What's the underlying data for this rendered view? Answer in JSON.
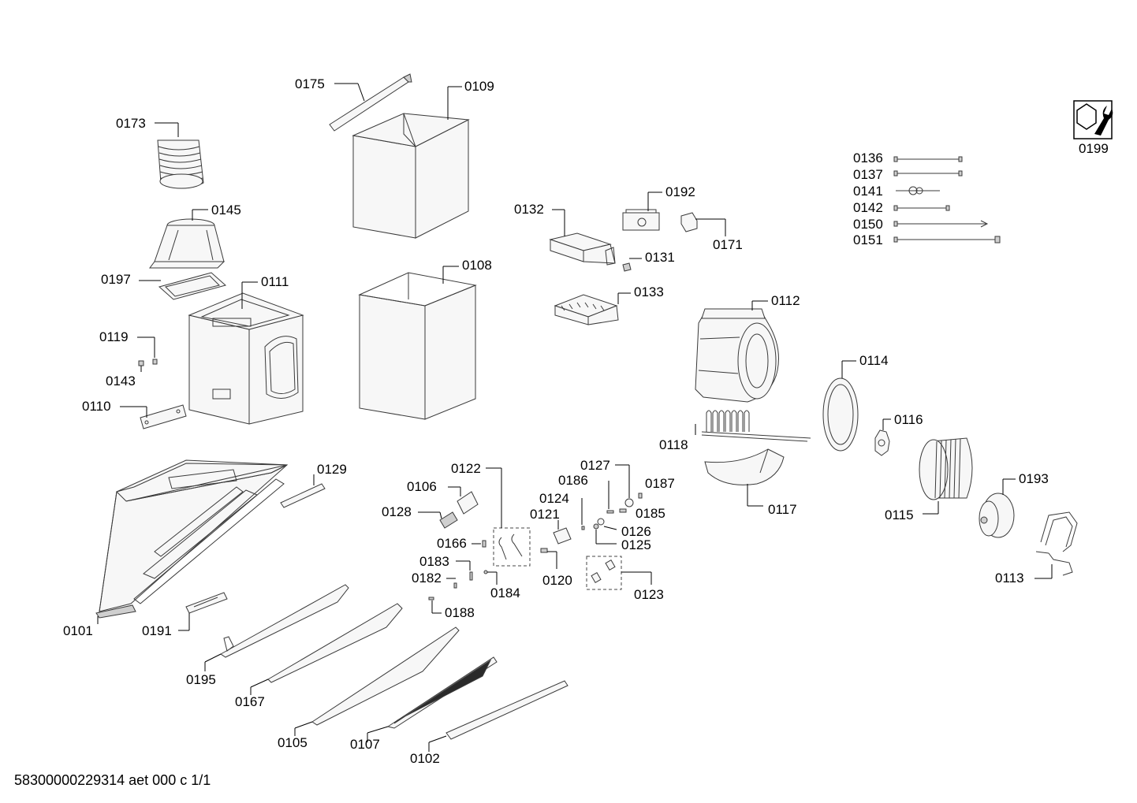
{
  "footer": "58300000229314 aet 000 c 1/1",
  "parts": {
    "p0101": "0101",
    "p0102": "0102",
    "p0105": "0105",
    "p0106": "0106",
    "p0107": "0107",
    "p0108": "0108",
    "p0109": "0109",
    "p0110": "0110",
    "p0111": "0111",
    "p0112": "0112",
    "p0113": "0113",
    "p0114": "0114",
    "p0115": "0115",
    "p0116": "0116",
    "p0117": "0117",
    "p0118": "0118",
    "p0119": "0119",
    "p0120": "0120",
    "p0121": "0121",
    "p0122": "0122",
    "p0123": "0123",
    "p0124": "0124",
    "p0125": "0125",
    "p0126": "0126",
    "p0127": "0127",
    "p0128": "0128",
    "p0129": "0129",
    "p0131": "0131",
    "p0132": "0132",
    "p0133": "0133",
    "p0136": "0136",
    "p0137": "0137",
    "p0141": "0141",
    "p0142": "0142",
    "p0143": "0143",
    "p0145": "0145",
    "p0150": "0150",
    "p0151": "0151",
    "p0166": "0166",
    "p0167": "0167",
    "p0171": "0171",
    "p0173": "0173",
    "p0175": "0175",
    "p0182": "0182",
    "p0183": "0183",
    "p0184": "0184",
    "p0185": "0185",
    "p0186": "0186",
    "p0187": "0187",
    "p0188": "0188",
    "p0191": "0191",
    "p0192": "0192",
    "p0193": "0193",
    "p0195": "0195",
    "p0197": "0197",
    "p0199": "0199"
  },
  "icons": {
    "service_tool": "wrench-icon"
  }
}
